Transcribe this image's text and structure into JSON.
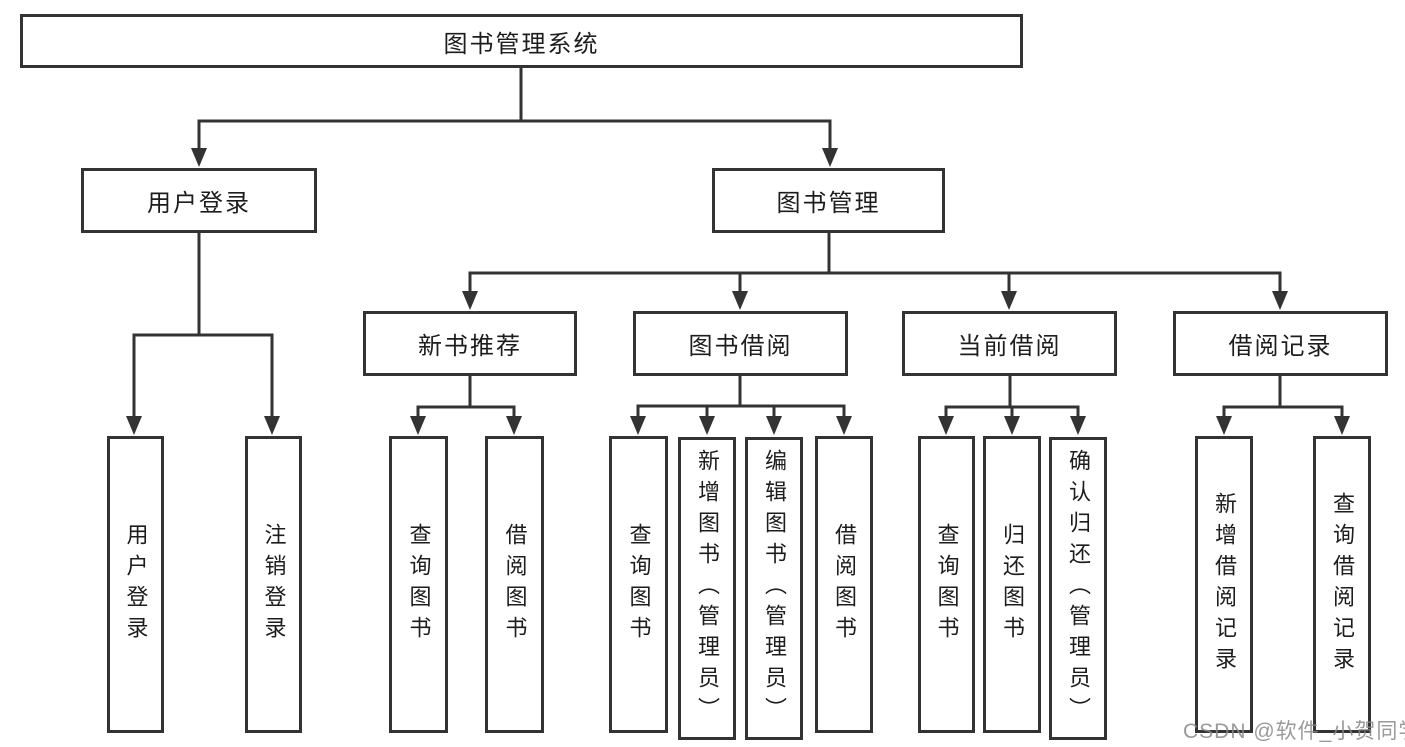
{
  "tree": {
    "root": "图书管理系统",
    "level2": [
      "用户登录",
      "图书管理"
    ],
    "level3": [
      "新书推荐",
      "图书借阅",
      "当前借阅",
      "借阅记录"
    ],
    "leaves": {
      "user_login": [
        "用户登录",
        "注销登录"
      ],
      "new_book_recommend": [
        "查询图书",
        "借阅图书"
      ],
      "book_borrow": [
        "查询图书",
        "新增图书（管理员）",
        "编辑图书（管理员）",
        "借阅图书"
      ],
      "current_borrow": [
        "查询图书",
        "归还图书",
        "确认归还（管理员）"
      ],
      "borrow_records": [
        "新增借阅记录",
        "查询借阅记录"
      ]
    }
  },
  "watermark": "CSDN @软件_小贺同学",
  "colors": {
    "line": "#333333",
    "box_border": "#333333",
    "text": "#1d1d1f",
    "watermark": "#888888",
    "background": "#ffffff"
  }
}
